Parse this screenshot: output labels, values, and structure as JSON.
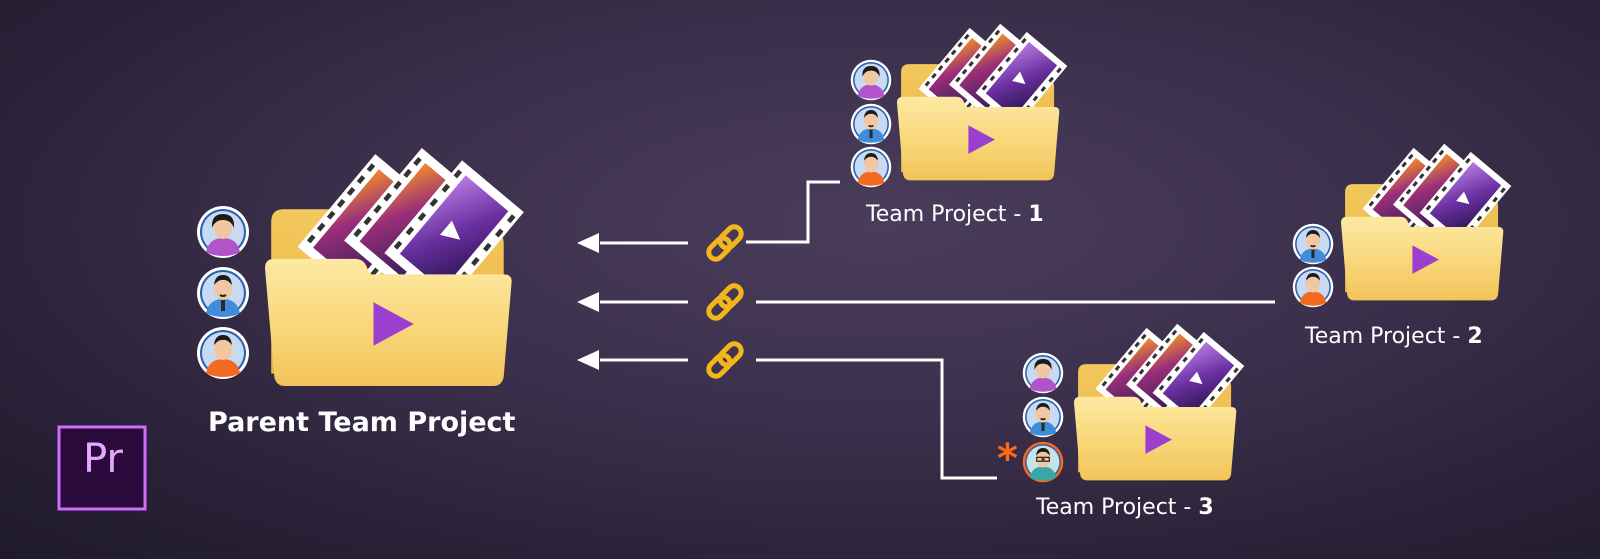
{
  "parent": {
    "label": "Parent Team Project"
  },
  "children": [
    {
      "prefix": "Team Project - ",
      "number": "1"
    },
    {
      "prefix": "Team Project - ",
      "number": "2"
    },
    {
      "prefix": "Team Project - ",
      "number": "3"
    }
  ],
  "marker": {
    "asterisk": "*"
  },
  "logo": {
    "text": "Pr"
  },
  "colors": {
    "accent_link": "#f2b51b",
    "premiere_purple": "#9b4bd6",
    "folder": "#f7d676",
    "asterisk": "#ff6a13"
  }
}
